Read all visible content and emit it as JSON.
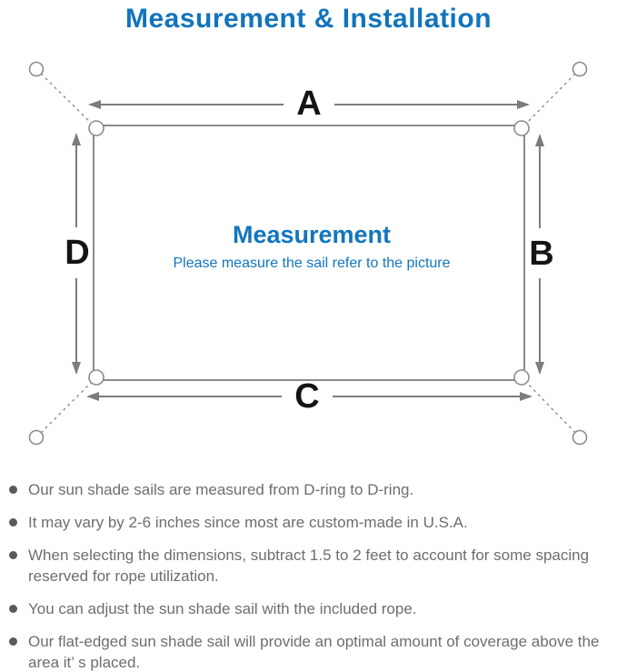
{
  "header": {
    "title": "Measurement & Installation"
  },
  "diagram": {
    "labels": {
      "top": "A",
      "right": "B",
      "bottom": "C",
      "left": "D"
    },
    "center": {
      "heading": "Measurement",
      "subheading": "Please measure the sail refer to the picture"
    }
  },
  "colors": {
    "accent_blue": "#1274bc",
    "line_gray": "#8c8c8c",
    "arrow_gray": "#7c7c7c",
    "note_text_gray": "#6e6e6e",
    "label_black": "#141414"
  },
  "bullets": [
    "Our sun shade sails are measured from D-ring to D-ring.",
    "It may vary by 2-6 inches since most are custom-made in U.S.A.",
    "When selecting the dimensions, subtract 1.5 to 2 feet to account for some spacing reserved for rope utilization.",
    "You can adjust the sun shade sail with the included rope.",
    "Our flat-edged sun shade sail will provide an optimal amount of coverage above the area it’ s placed."
  ]
}
